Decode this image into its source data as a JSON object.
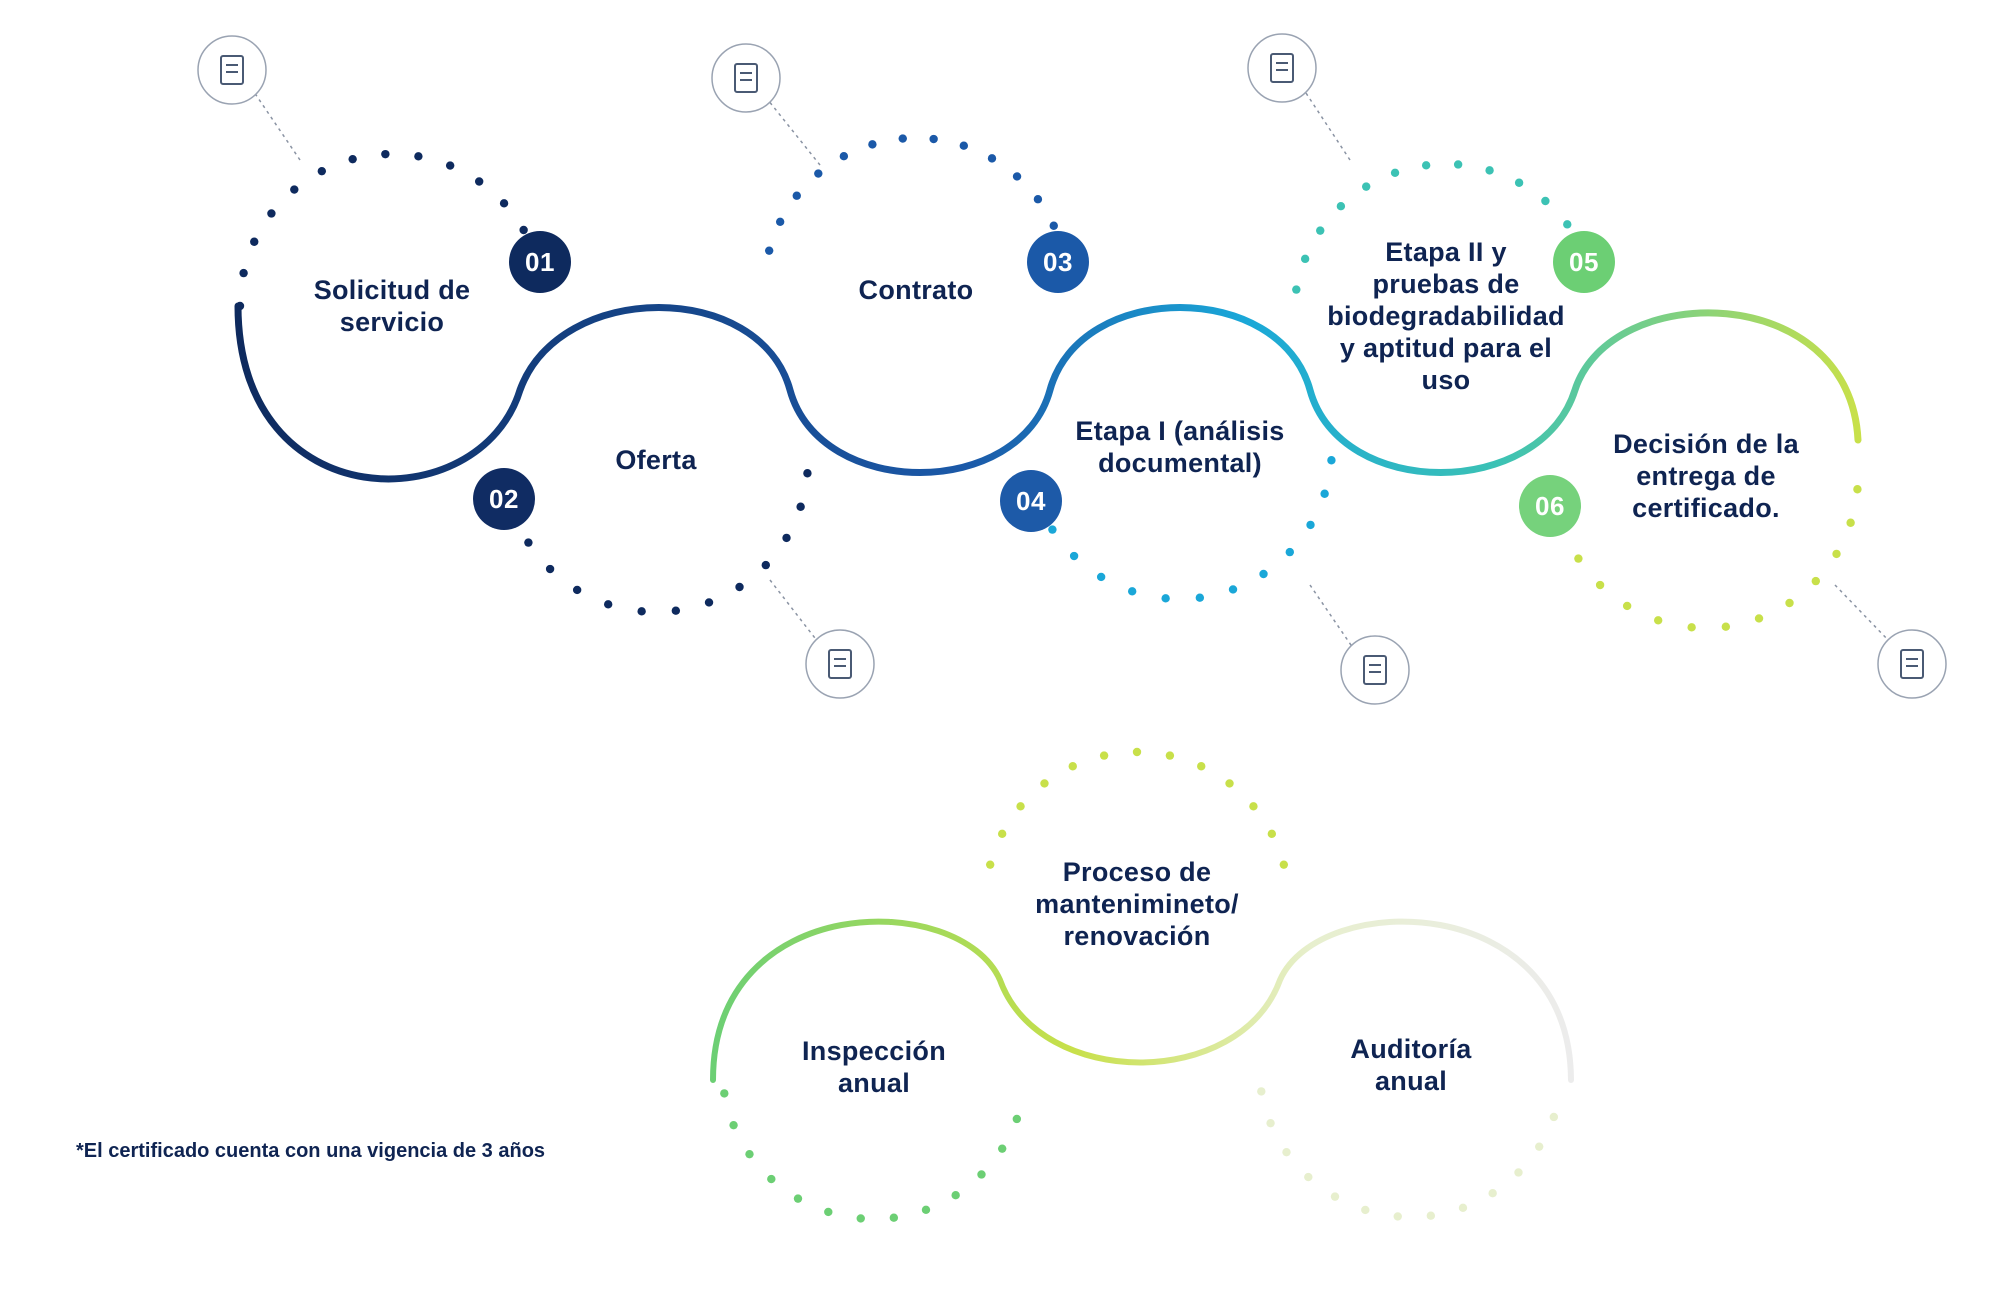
{
  "colors": {
    "text": "#0f2452",
    "navy": "#0e2a5e",
    "blue": "#1b59a8",
    "cyan": "#1aa7d8",
    "teal": "#3cc2b4",
    "green": "#6ccf74",
    "lime": "#c8e04a",
    "pale": "#e7efce",
    "icon": "#4a5a74"
  },
  "steps": [
    {
      "number": "01",
      "label_lines": [
        "Solicitud de",
        "servicio"
      ],
      "icon": "clipboard-clock-icon"
    },
    {
      "number": "02",
      "label_lines": [
        "Oferta"
      ],
      "icon": "money-bag-icon"
    },
    {
      "number": "03",
      "label_lines": [
        "Contrato"
      ],
      "icon": "user-search-icon"
    },
    {
      "number": "04",
      "label_lines": [
        "Etapa I (análisis",
        "documental)"
      ],
      "icon": "document-profile-icon"
    },
    {
      "number": "05",
      "label_lines": [
        "Etapa II y",
        "pruebas de",
        "biodegradabilidad",
        "y aptitud para el",
        "uso"
      ],
      "icon": "laboratory-factory-icon"
    },
    {
      "number": "06",
      "label_lines": [
        "Decisión de la",
        "entrega de",
        "certificado."
      ],
      "icon": "certificate-check-icon"
    }
  ],
  "maintenance": [
    {
      "label_lines": [
        "Inspección",
        "anual"
      ]
    },
    {
      "label_lines": [
        "Proceso de",
        "mantenimineto/",
        "renovación"
      ]
    },
    {
      "label_lines": [
        "Auditoría",
        "anual"
      ]
    }
  ],
  "footnote": "*El certificado cuenta con una vigencia de 3 años"
}
